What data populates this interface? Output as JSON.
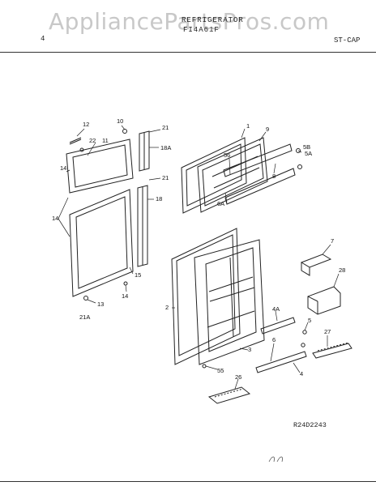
{
  "watermark": "AppliancePartsPros.com",
  "header": {
    "page_number": "4",
    "title": "REFRIGERATOR",
    "model": "FI4A61F",
    "code": "ST-CAP"
  },
  "figure": {
    "reference_code": "R24D2243",
    "parts": {
      "p1": "1",
      "p2": "2",
      "p3": "3",
      "p4": "4",
      "p4a": "4A",
      "p5": "5",
      "p5a": "5A",
      "p5b": "5B",
      "p6": "6",
      "p6a": "6A",
      "p7": "7",
      "p8": "8",
      "p9": "9",
      "p10": "10",
      "p11": "11",
      "p12": "12",
      "p13": "13",
      "p14a": "14",
      "p14b": "14",
      "p14c": "14",
      "p15": "15",
      "p18": "18",
      "p18a": "18A",
      "p21a": "21",
      "p21b": "21",
      "p21c": "21A",
      "p22": "22",
      "p26": "26",
      "p27": "27",
      "p28": "28",
      "p55": "55",
      "p56": "56"
    }
  }
}
